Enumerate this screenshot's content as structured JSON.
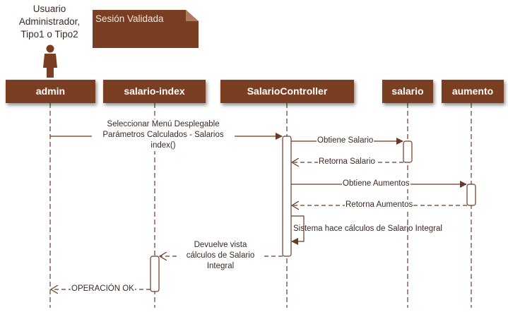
{
  "actor": {
    "lines": [
      "Usuario",
      "Administrador,",
      "Tipo1 o Tipo2"
    ]
  },
  "note": {
    "text": "Sesión Validada"
  },
  "lifelines": [
    {
      "id": "admin",
      "label": "admin"
    },
    {
      "id": "salario-index",
      "label": "salario-index"
    },
    {
      "id": "salario-controller",
      "label": "SalarioController"
    },
    {
      "id": "salario",
      "label": "salario"
    },
    {
      "id": "aumento",
      "label": "aumento"
    }
  ],
  "messages": [
    {
      "id": "seleccionar",
      "lines": [
        "Seleccionar Menú Desplegable",
        "Parámetros Calculados - Salarios",
        "index()"
      ],
      "type": "call"
    },
    {
      "id": "obtiene-salario",
      "lines": [
        "Obtiene Salario"
      ],
      "type": "call"
    },
    {
      "id": "retorna-salario",
      "lines": [
        "Retorna Salario"
      ],
      "type": "return"
    },
    {
      "id": "obtiene-aumentos",
      "lines": [
        "Obtiene Aumentos"
      ],
      "type": "call"
    },
    {
      "id": "retorna-aumentos",
      "lines": [
        "Retorna Aumentos"
      ],
      "type": "return"
    },
    {
      "id": "calculos",
      "lines": [
        "Sistema hace cálculos de Salario Integral"
      ],
      "type": "self"
    },
    {
      "id": "devuelve-vista",
      "lines": [
        "Devuelve vista",
        "cálculos de Salario",
        "Integral"
      ],
      "type": "return"
    },
    {
      "id": "operacion-ok",
      "lines": [
        "OPERACIÓN OK"
      ],
      "type": "return"
    }
  ],
  "colors": {
    "box": "#7a3f22",
    "line": "#6b3a26",
    "note_text": "#f3e6dc",
    "text": "#3a2a22"
  }
}
